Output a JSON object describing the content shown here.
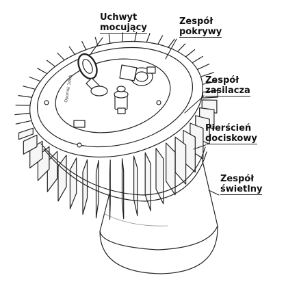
{
  "labels": {
    "mount": [
      "Uchwyt",
      "mocujący"
    ],
    "cover": [
      "Zespół",
      "pokrywy"
    ],
    "psu": [
      "Zespół",
      "zasilacza"
    ],
    "ring": [
      "Pierścień",
      "dociskowy"
    ],
    "light": [
      "Zespół",
      "świetlny"
    ]
  },
  "housing_text": "Opornik 10kA",
  "colors": {
    "line": "#222222",
    "background": "#ffffff",
    "fins": "#f6f6f6"
  },
  "icons": [
    "eye-bolt-icon",
    "cable-gland-icon",
    "screw-icon"
  ]
}
